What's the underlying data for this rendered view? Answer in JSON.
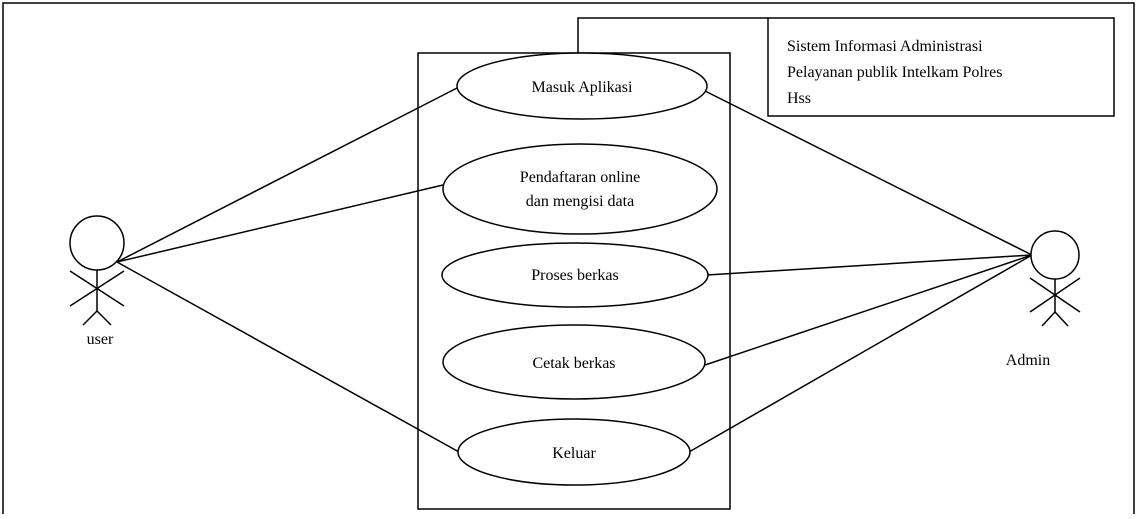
{
  "diagram": {
    "system_note": {
      "line1": "Sistem Informasi Administrasi",
      "line2": "Pelayanan publik Intelkam Polres",
      "line3": "Hss"
    },
    "actors": {
      "user": {
        "label": "user"
      },
      "admin": {
        "label": "Admin"
      }
    },
    "use_cases": {
      "masuk": {
        "label": "Masuk Aplikasi"
      },
      "daftar": {
        "line1": "Pendaftaran online",
        "line2": "dan mengisi  data"
      },
      "proses": {
        "label": "Proses berkas"
      },
      "cetak": {
        "label": "Cetak berkas"
      },
      "keluar": {
        "label": "Keluar"
      }
    }
  }
}
